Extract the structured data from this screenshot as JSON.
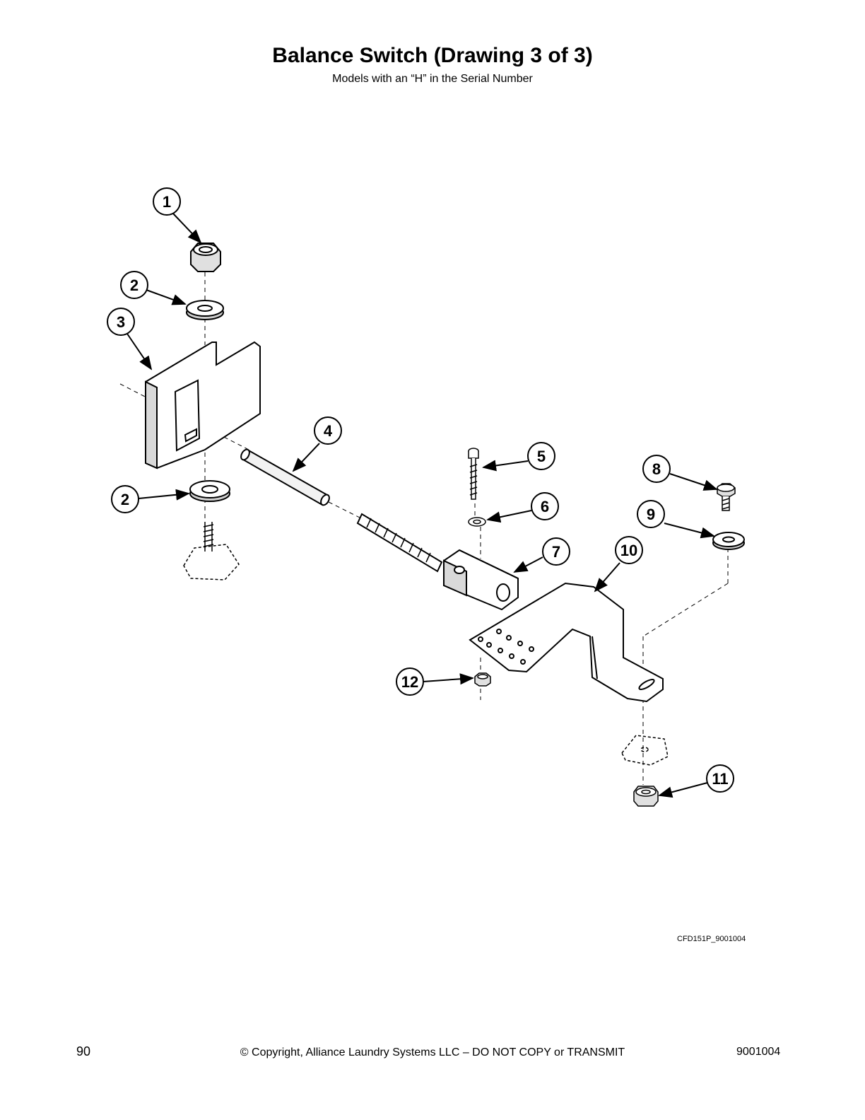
{
  "page": {
    "title": "Balance Switch (Drawing 3 of 3)",
    "subtitle": "Models with an “H” in the Serial Number",
    "figure_id": "CFD151P_9001004",
    "footer": {
      "page_number": "90",
      "copyright": "© Copyright, Alliance Laundry Systems LLC – DO NOT COPY or TRANSMIT",
      "doc_number": "9001004"
    }
  },
  "callouts": [
    {
      "label": "1"
    },
    {
      "label": "2"
    },
    {
      "label": "3"
    },
    {
      "label": "4"
    },
    {
      "label": "5"
    },
    {
      "label": "6"
    },
    {
      "label": "7"
    },
    {
      "label": "8"
    },
    {
      "label": "9"
    },
    {
      "label": "10"
    },
    {
      "label": "2"
    },
    {
      "label": "11"
    },
    {
      "label": "12"
    }
  ],
  "colors": {
    "line": "#000000",
    "background": "#ffffff",
    "shade": "#d9d9d9"
  }
}
